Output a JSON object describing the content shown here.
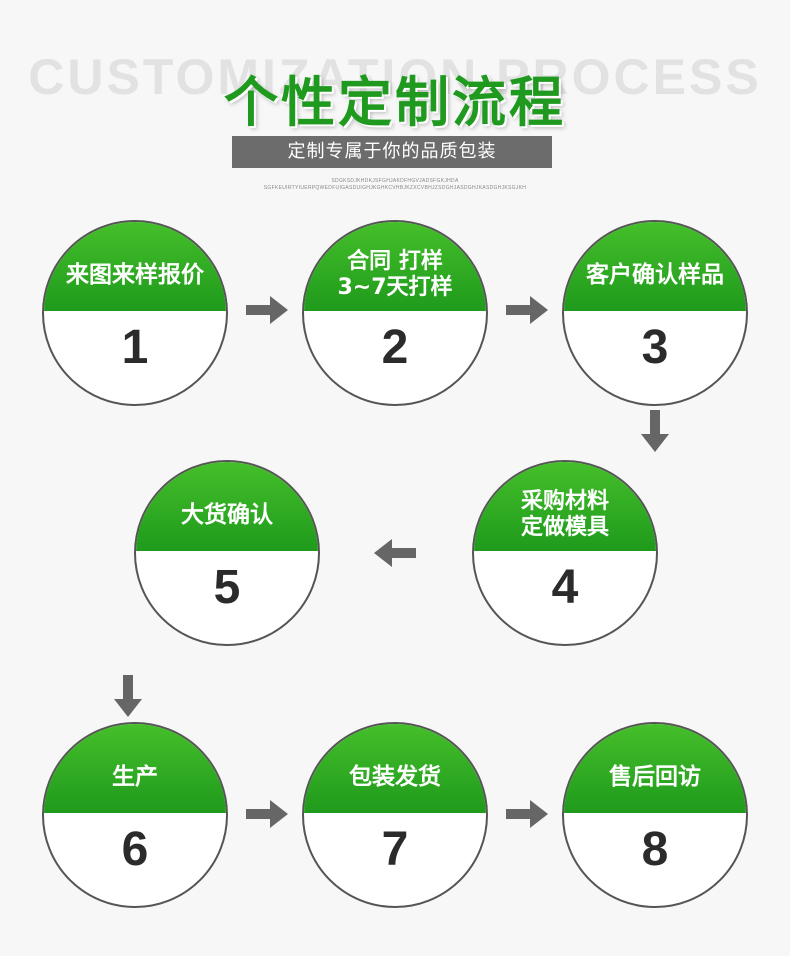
{
  "header": {
    "bg_title": "CUSTOMIZATION PROCESS",
    "title": "个性定制流程",
    "subtitle": "定制专属于你的品质包装",
    "fine_print_1": "SDGKSDJKHDKJSFGHJAKDFHGVJADSFGKJHDA",
    "fine_print_2": "SGFKEUIRTYIUERPQWEDFUIGASDUIGHJKGHKCVHBJKZXCVBHJZSDGHJASDGHJKASDGHJKSGJKH"
  },
  "steps": [
    {
      "label_1": "来图来样报价",
      "label_2": "",
      "number": "1"
    },
    {
      "label_1": "合同 打样",
      "label_2": "3~7天打样",
      "number": "2"
    },
    {
      "label_1": "客户确认样品",
      "label_2": "",
      "number": "3"
    },
    {
      "label_1": "采购材料",
      "label_2": "定做模具",
      "number": "4"
    },
    {
      "label_1": "大货确认",
      "label_2": "",
      "number": "5"
    },
    {
      "label_1": "生产",
      "label_2": "",
      "number": "6"
    },
    {
      "label_1": "包装发货",
      "label_2": "",
      "number": "7"
    },
    {
      "label_1": "售后回访",
      "label_2": "",
      "number": "8"
    }
  ],
  "icons": {
    "arrow": "arrow-icon"
  },
  "colors": {
    "green_light": "#45bf2a",
    "green_dark": "#1f9a1c",
    "arrow": "#666666",
    "subtitle_bg": "#6c6c6c"
  }
}
